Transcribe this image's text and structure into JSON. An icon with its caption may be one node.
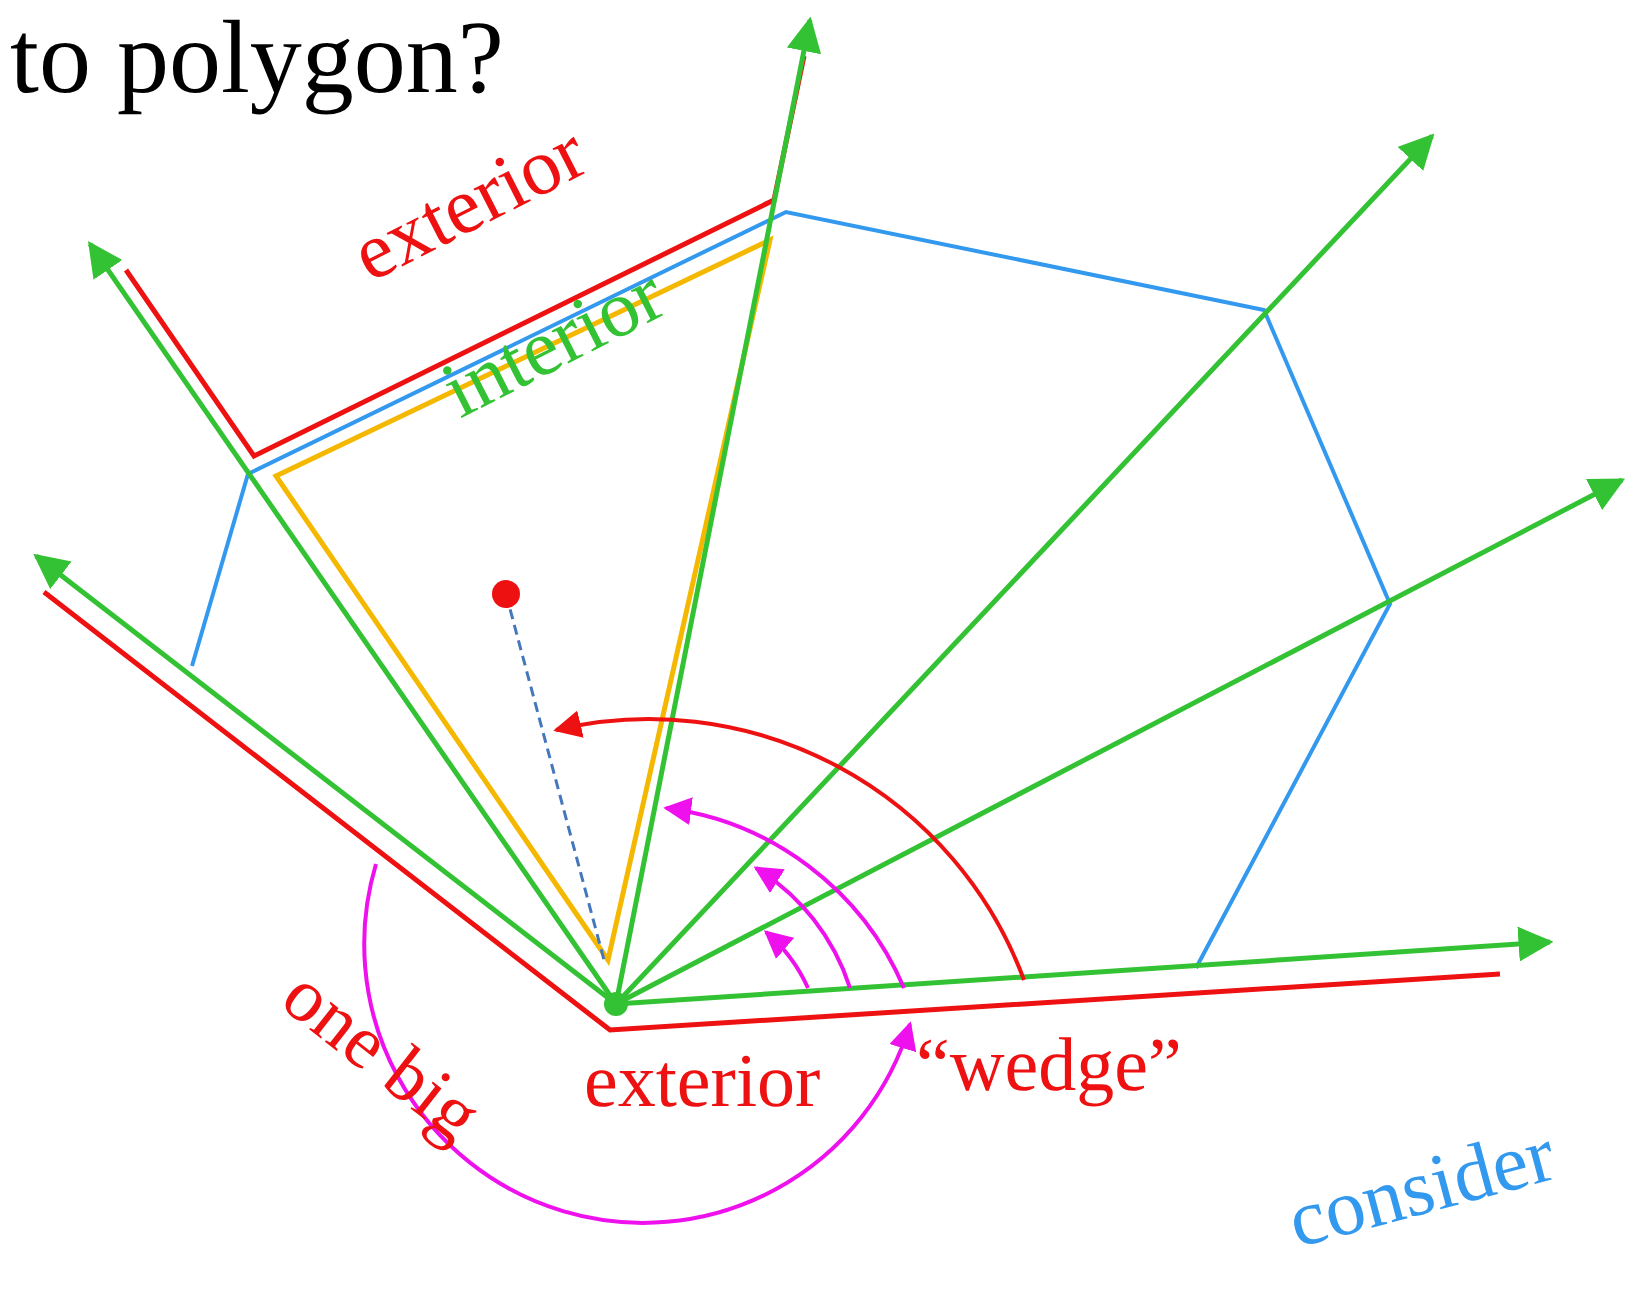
{
  "diagram": {
    "labels": [
      "to polygon?",
      "exterior",
      "interior",
      "one big",
      "exterior",
      "“wedge”",
      "consider"
    ]
  }
}
